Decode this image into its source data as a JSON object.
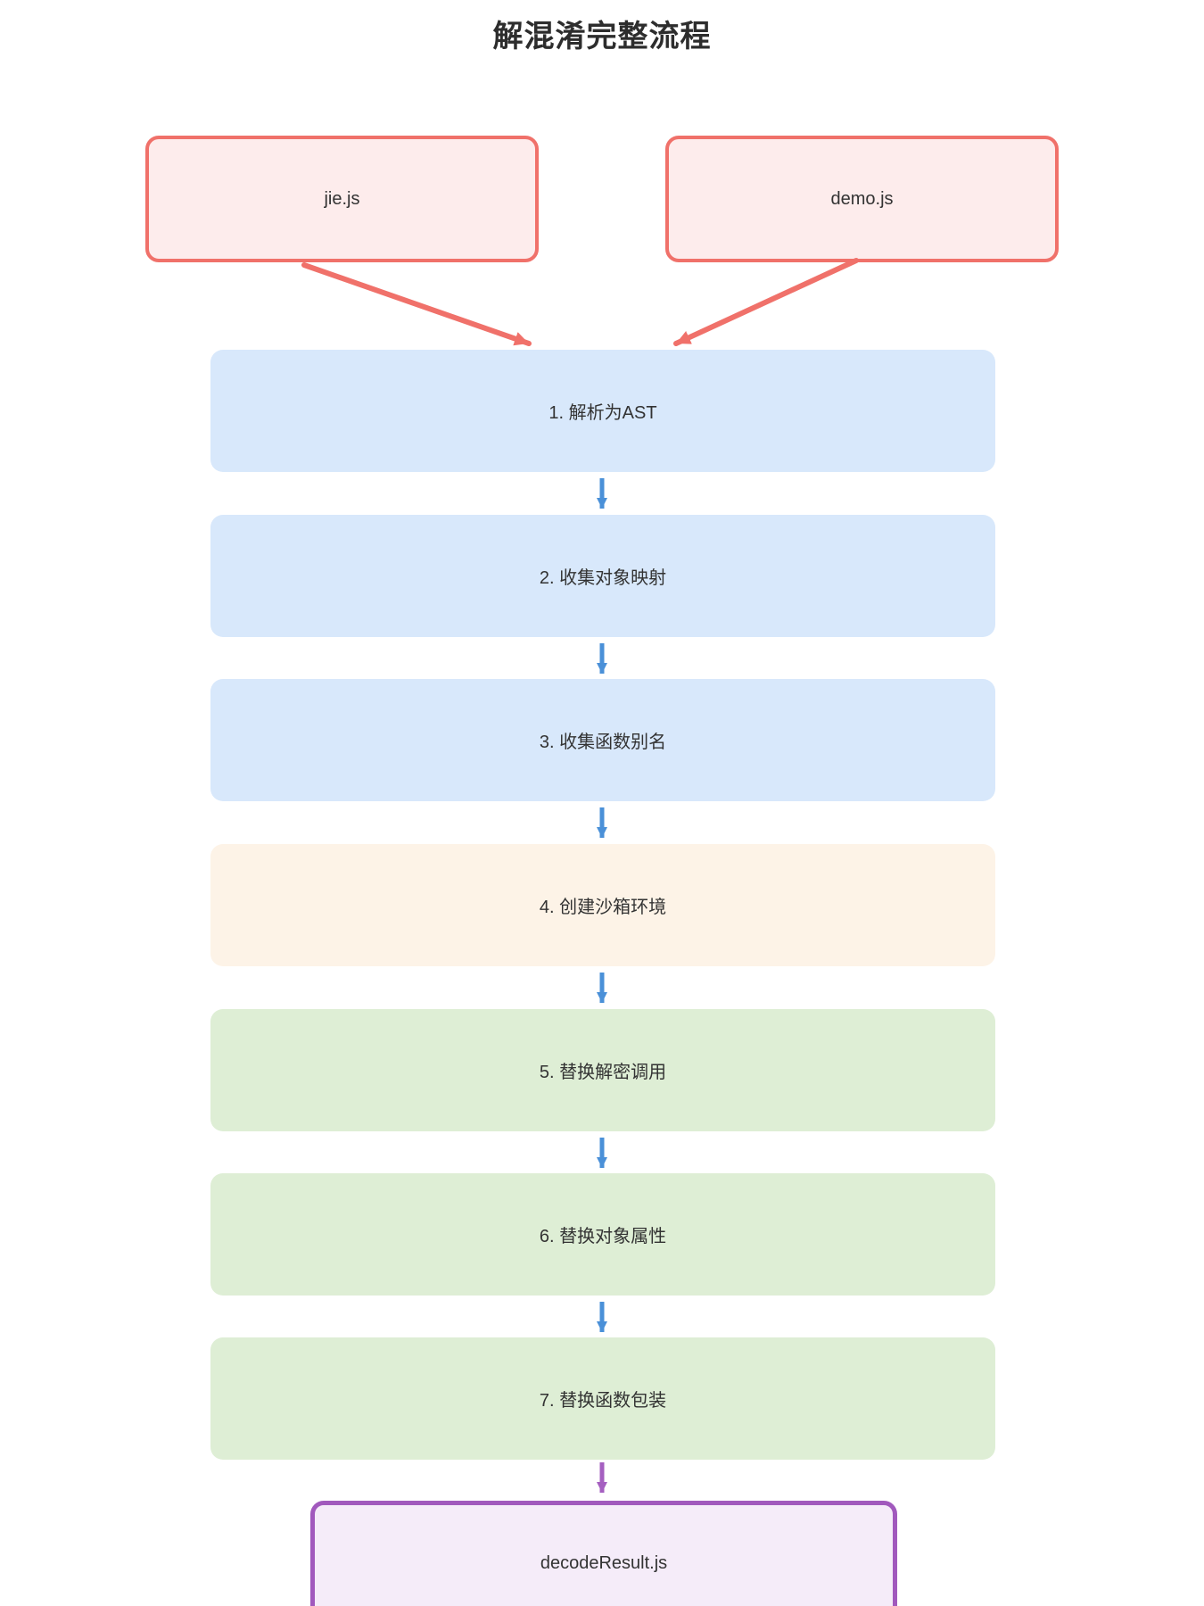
{
  "title": "解混淆完整流程",
  "sources": [
    {
      "label": "jie.js"
    },
    {
      "label": "demo.js"
    }
  ],
  "steps": [
    {
      "label": "1. 解析为AST",
      "stage": "blue"
    },
    {
      "label": "2. 收集对象映射",
      "stage": "blue"
    },
    {
      "label": "3. 收集函数别名",
      "stage": "blue"
    },
    {
      "label": "4. 创建沙箱环境",
      "stage": "cream"
    },
    {
      "label": "5. 替换解密调用",
      "stage": "green"
    },
    {
      "label": "6. 替换对象属性",
      "stage": "green"
    },
    {
      "label": "7. 替换函数包装",
      "stage": "green"
    }
  ],
  "output": {
    "label": "decodeResult.js"
  },
  "colors": {
    "red_border": "#f0716a",
    "red_fill": "#fdecec",
    "blue_fill": "#d8e8fb",
    "cream_fill": "#fdf3e7",
    "green_fill": "#deeed5",
    "purple_border": "#a159bd",
    "purple_fill": "#f5ecf9",
    "arrow_red": "#f0716a",
    "arrow_blue": "#4a90d8",
    "arrow_purple": "#a55fc0",
    "text_color": "#333333",
    "title_color": "#2d2d2d"
  }
}
